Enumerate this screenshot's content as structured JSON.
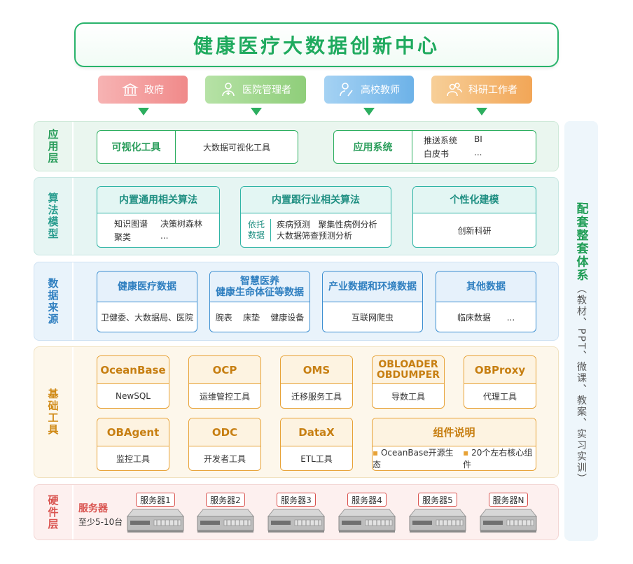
{
  "title": "健康医疗大数据创新中心",
  "roles": [
    {
      "label": "政府",
      "icon": "government-building-icon",
      "color": "#f08a8a"
    },
    {
      "label": "医院管理者",
      "icon": "hospital-manager-icon",
      "color": "#8fce7a"
    },
    {
      "label": "高校教师",
      "icon": "teacher-icon",
      "color": "#6db2e8"
    },
    {
      "label": "科研工作者",
      "icon": "researchers-icon",
      "color": "#f2a657"
    }
  ],
  "layers": {
    "app": "应用层",
    "algorithm": "算法模型",
    "data": "数据来源",
    "tools": "基础工具",
    "hardware": "硬件层"
  },
  "app_layer": {
    "vis": {
      "head": "可视化工具",
      "body": "大数据可视化工具"
    },
    "sys": {
      "head": "应用系统",
      "items": [
        "推送系统",
        "BI",
        "白皮书",
        "..."
      ]
    }
  },
  "algorithm_layer": {
    "general": {
      "head": "内置通用相关算法",
      "items": [
        "知识图谱",
        "决策树森林",
        "聚类",
        "..."
      ]
    },
    "industry": {
      "head": "内置跟行业相关算法",
      "side": "依托数据",
      "items": [
        "疾病预测",
        "聚集性病例分析",
        "大数据筛查预测分析"
      ]
    },
    "custom": {
      "head": "个性化建模",
      "body": "创新科研"
    }
  },
  "data_layer": {
    "health": {
      "head": "健康医疗数据",
      "body": "卫健委、大数据局、医院"
    },
    "elderly": {
      "head1": "智慧医养",
      "head2": "健康生命体征等数据",
      "body": "腕表    床垫    健康设备"
    },
    "industry": {
      "head": "产业数据和环境数据",
      "body": "互联网爬虫"
    },
    "other": {
      "head": "其他数据",
      "body": "临床数据      ..."
    }
  },
  "tools_layer": {
    "items": [
      {
        "head": "OceanBase",
        "body": "NewSQL"
      },
      {
        "head": "OCP",
        "body": "运维管控工具"
      },
      {
        "head": "OMS",
        "body": "迁移服务工具"
      },
      {
        "head": "OBLOADER\nOBDUMPER",
        "body": "导数工具"
      },
      {
        "head": "OBProxy",
        "body": "代理工具"
      },
      {
        "head": "OBAgent",
        "body": "监控工具"
      },
      {
        "head": "ODC",
        "body": "开发者工具"
      },
      {
        "head": "DataX",
        "body": "ETL工具"
      }
    ],
    "note": {
      "head": "组件说明",
      "items": [
        "OceanBase开源生态",
        "20个左右核心组件"
      ]
    }
  },
  "hardware_layer": {
    "title": "服务器",
    "subtitle": "至少5-10台",
    "servers": [
      "服务器1",
      "服务器2",
      "服务器3",
      "服务器4",
      "服务器5",
      "服务器N"
    ]
  },
  "side": {
    "main": "配套整套体系",
    "sub": "（教材、PPT、微课、教案、实习实训）"
  }
}
